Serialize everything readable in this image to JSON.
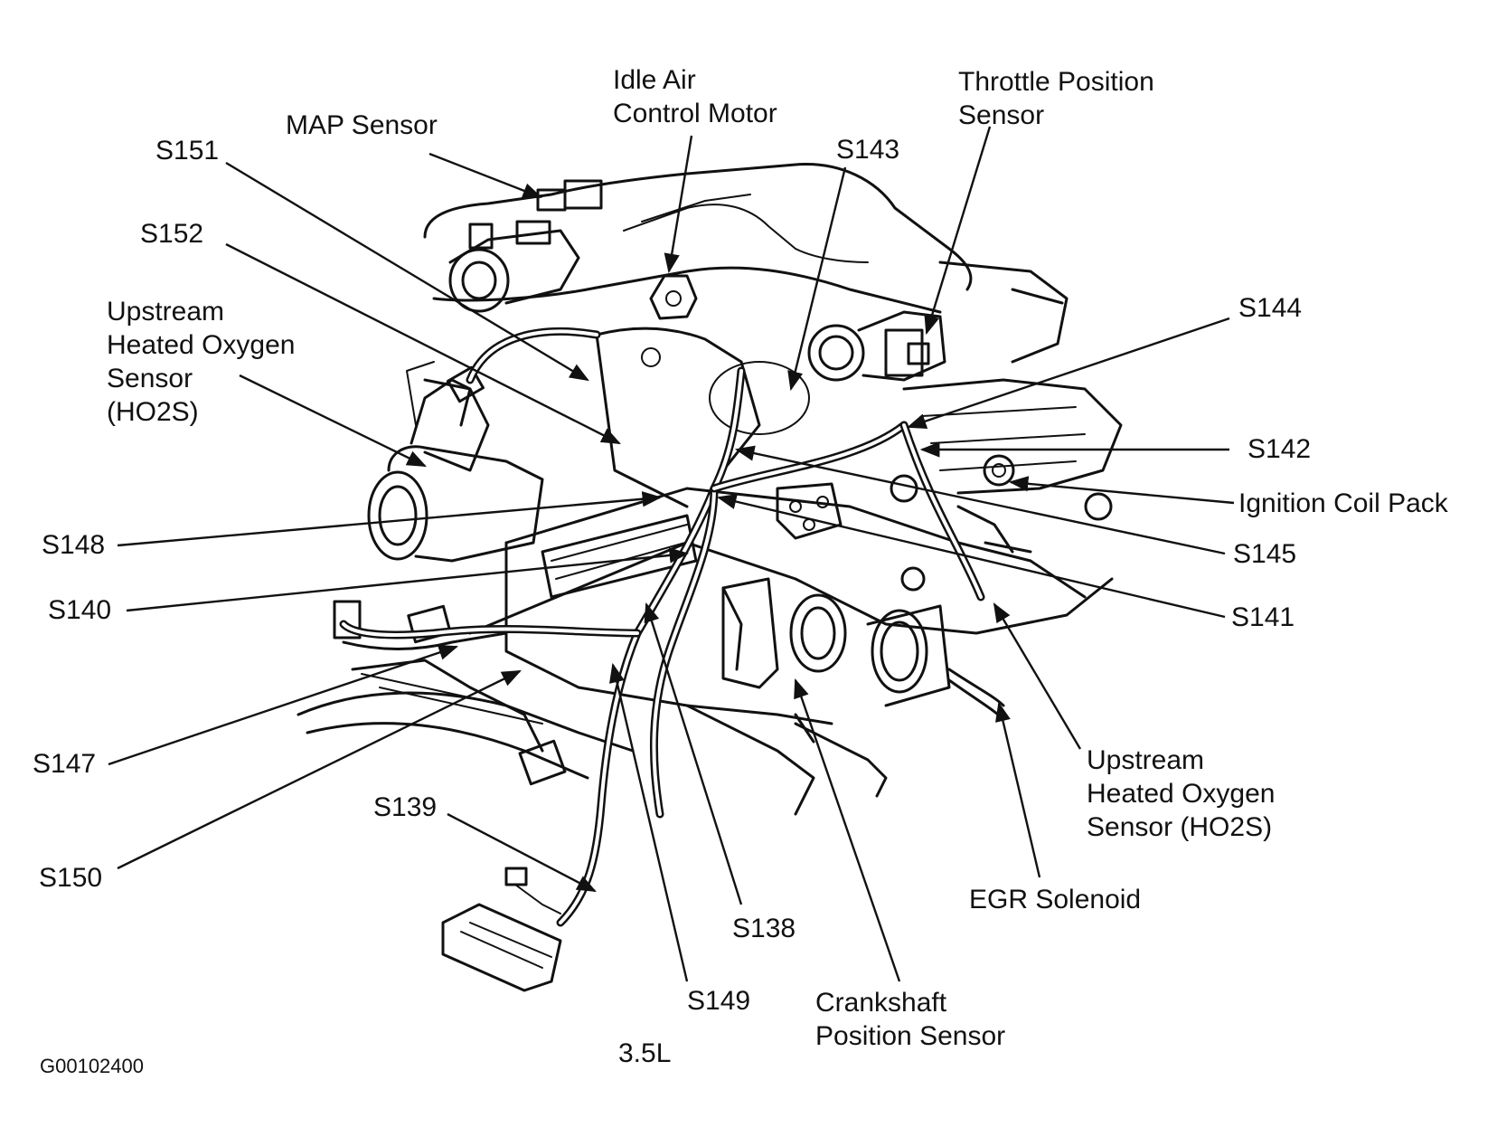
{
  "labels": {
    "map_sensor": "MAP Sensor",
    "idle_air": [
      "Idle Air",
      "Control Motor"
    ],
    "throttle": [
      "Throttle Position",
      "Sensor"
    ],
    "s151": "S151",
    "s143": "S143",
    "s152": "S152",
    "upstream_left": [
      "Upstream",
      "Heated Oxygen",
      "Sensor",
      "(HO2S)"
    ],
    "s144": "S144",
    "s142": "S142",
    "ignition_coil": "Ignition Coil Pack",
    "s148": "S148",
    "s145": "S145",
    "s140": "S140",
    "s141": "S141",
    "s147": "S147",
    "upstream_right": [
      "Upstream",
      "Heated Oxygen",
      "Sensor (HO2S)"
    ],
    "s139": "S139",
    "egr": "EGR Solenoid",
    "s150": "S150",
    "s138": "S138",
    "s149": "S149",
    "crankshaft": [
      "Crankshaft",
      "Position Sensor"
    ],
    "engine": "3.5L",
    "figure_id": "G00102400"
  }
}
